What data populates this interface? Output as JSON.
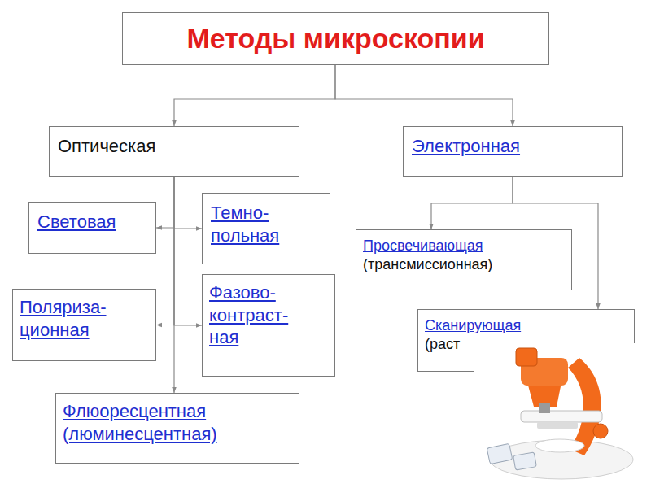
{
  "diagram": {
    "nodes": [
      {
        "text": [
          "Методы микроскопии"
        ]
      },
      {
        "text": [
          "Оптическая"
        ]
      },
      {
        "text": [
          "Электронная"
        ]
      },
      {
        "text": [
          "Световая"
        ]
      },
      {
        "text": [
          "Темно- польная"
        ]
      },
      {
        "text": [
          "Поляриза- ционная"
        ]
      },
      {
        "text": [
          "Фазово- контраст- ная"
        ]
      },
      {
        "text": [
          "Флюоресцентная (люминесцентная)"
        ]
      },
      {
        "text": [
          "Просвечивающая",
          "(трансмиссионная)"
        ]
      },
      {
        "text": [
          "Сканирующая",
          "(раст"
        ]
      }
    ],
    "edges": [
      {
        "from": 0,
        "to": 1,
        "arrow": "to"
      },
      {
        "from": 0,
        "to": 2,
        "arrow": "to"
      },
      {
        "from": 1,
        "to": 3,
        "arrow": "to"
      },
      {
        "from": 1,
        "to": 4,
        "arrow": "to"
      },
      {
        "from": 1,
        "to": 5,
        "arrow": "to"
      },
      {
        "from": 1,
        "to": 6,
        "arrow": "to"
      },
      {
        "from": 1,
        "to": 7,
        "arrow": "to"
      },
      {
        "from": 2,
        "to": 8,
        "arrow": "to"
      },
      {
        "from": 2,
        "to": 9,
        "arrow": "to"
      }
    ]
  }
}
